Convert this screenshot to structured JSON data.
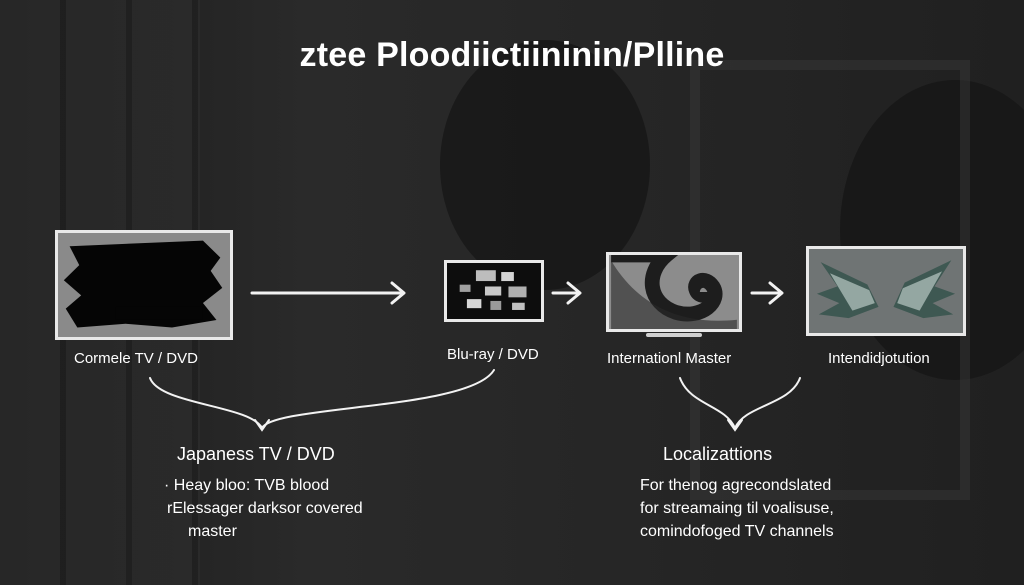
{
  "title": "ztee Ploodiictiininin/Plline",
  "stages": [
    {
      "label": "Cormele TV / DVD"
    },
    {
      "label": "Blu-ray / DVD"
    },
    {
      "label": "Internationl Master"
    },
    {
      "label": "Intendidjotution"
    }
  ],
  "groups": [
    {
      "title": "Japaness TV / DVD",
      "lines": [
        "· Heay bloo: TVB blood",
        "rElessager darksor covered",
        "master"
      ]
    },
    {
      "title": "Localizattions",
      "lines": [
        "For thenog agrecondslated",
        "for streamaing til voalisuse,",
        "comindofoged TV channels"
      ]
    }
  ],
  "colors": {
    "foreground": "#ffffff",
    "screen_border": "#e9e9e9",
    "screen_fill": "#7c7c7c"
  }
}
